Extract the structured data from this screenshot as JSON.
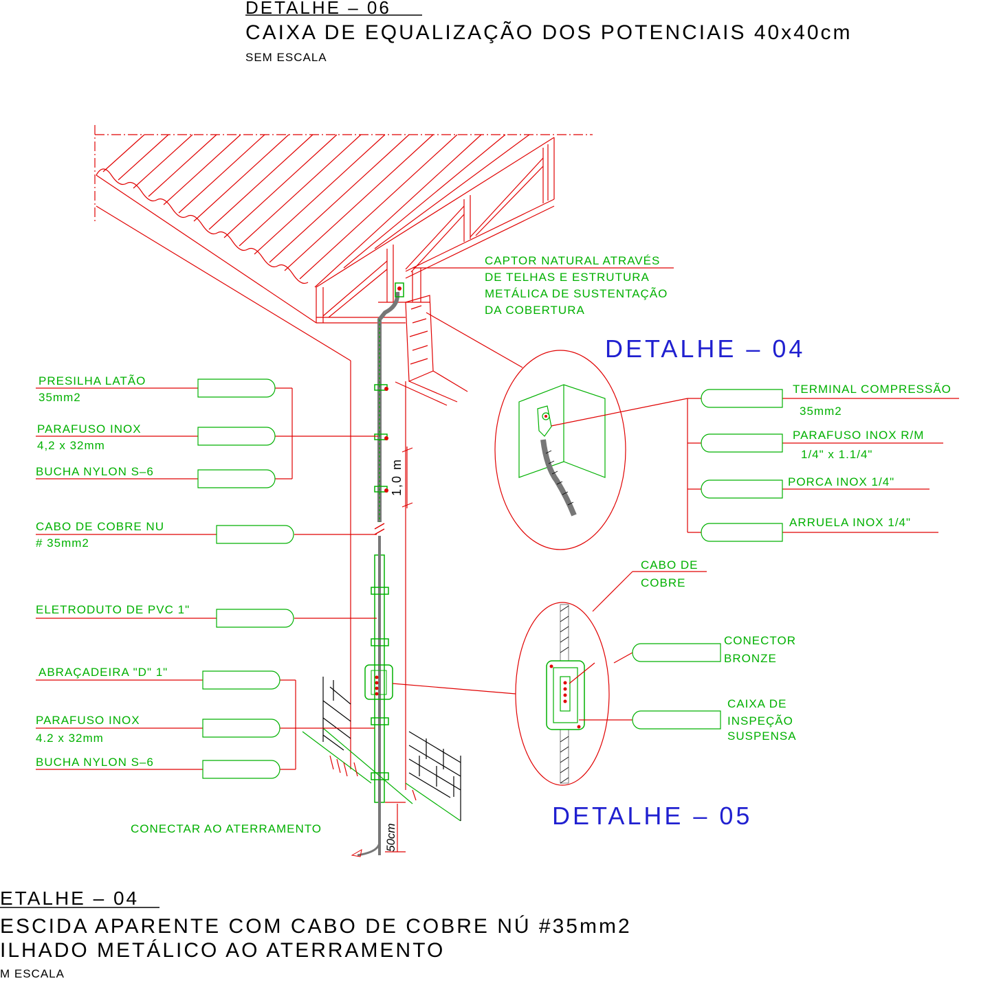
{
  "top_title": {
    "detail": "DETALHE – 06",
    "name": "CAIXA DE EQUALIZAÇÃO DOS POTENCIAIS 40x40cm",
    "scale": "SEM ESCALA"
  },
  "bottom_title": {
    "detail": "ETALHE – 04",
    "line1": "ESCIDA APARENTE COM CABO DE COBRE NÚ #35mm2",
    "line2": "ILHADO METÁLICO AO ATERRAMENTO",
    "scale": "M ESCALA"
  },
  "captor_label": [
    "CAPTOR NATURAL ATRAVÉS",
    "DE TELHAS E ESTRUTURA",
    "METÁLICA DE SUSTENTAÇÃO",
    "DA COBERTURA"
  ],
  "detail04": "DETALHE – 04",
  "detail05": "DETALHE – 05",
  "left_labels": {
    "presilha": [
      "PRESILHA LATÃO",
      "35mm2"
    ],
    "parafuso1": [
      "PARAFUSO INOX",
      "4,2 x 32mm"
    ],
    "bucha1": "BUCHA NYLON S–6",
    "cabo": [
      "CABO DE COBRE NU",
      "# 35mm2"
    ],
    "eletroduto": "ELETRODUTO DE PVC 1\"",
    "abracadeira": "ABRAÇADEIRA \"D\" 1\"",
    "parafuso2": [
      "PARAFUSO INOX",
      "4.2 x 32mm"
    ],
    "bucha2": "BUCHA NYLON S–6",
    "conectar": "CONECTAR AO ATERRAMENTO"
  },
  "right_labels": {
    "terminal": [
      "TERMINAL COMPRESSÃO",
      "35mm2"
    ],
    "parafuso_rm": [
      "PARAFUSO INOX R/M",
      "1/4\" x 1.1/4\""
    ],
    "porca": "PORCA INOX 1/4\"",
    "arruela": "ARRUELA INOX 1/4\"",
    "cabo_cobre": [
      "CABO DE",
      "COBRE"
    ],
    "conector": [
      "CONECTOR",
      "BRONZE"
    ],
    "caixa": [
      "CAIXA DE",
      "INSPEÇÃO",
      "SUSPENSA"
    ]
  },
  "dimensions": {
    "spacing": "1,0 m",
    "depth": "50cm"
  }
}
